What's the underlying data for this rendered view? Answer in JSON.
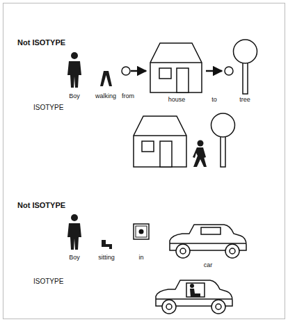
{
  "diagram": {
    "labels": [
      "Not ISOTYPE",
      "Boy",
      "walking",
      "from",
      "house",
      "to",
      "tree",
      "ISOTYPE",
      "Not ISOTYPE",
      "Boy",
      "sitting",
      "in",
      "car",
      "ISOTYPE"
    ]
  }
}
